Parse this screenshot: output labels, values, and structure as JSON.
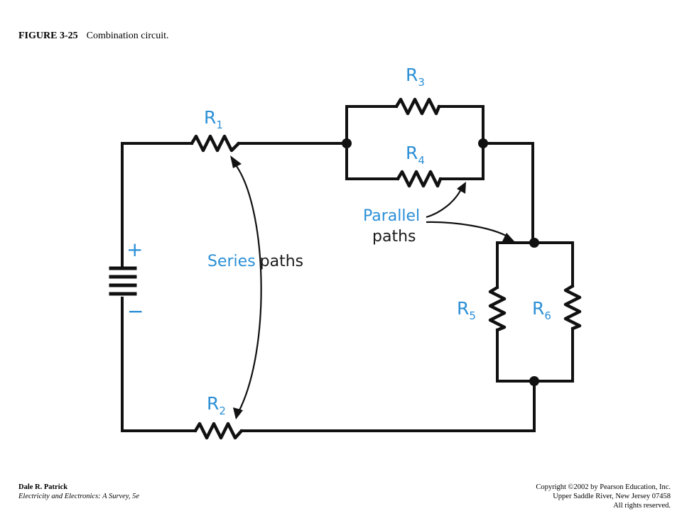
{
  "caption": {
    "number": "FIGURE 3-25",
    "title": "Combination circuit."
  },
  "circuit": {
    "resistors": [
      {
        "name": "R",
        "sub": "1"
      },
      {
        "name": "R",
        "sub": "2"
      },
      {
        "name": "R",
        "sub": "3"
      },
      {
        "name": "R",
        "sub": "4"
      },
      {
        "name": "R",
        "sub": "5"
      },
      {
        "name": "R",
        "sub": "6"
      }
    ],
    "battery": {
      "plus": "+",
      "minus": "−"
    },
    "labels": {
      "series_word": "Series",
      "series_paths": "paths",
      "parallel_word": "Parallel",
      "parallel_paths": "paths"
    },
    "colors": {
      "label": "#2b8fd6",
      "wire": "#111111"
    }
  },
  "footer": {
    "author": "Dale R. Patrick",
    "book": "Electricity and Electronics: A Survey, 5e",
    "copyright": "Copyright ©2002 by Pearson Education, Inc.",
    "publisher": "Upper Saddle River, New Jersey 07458",
    "rights": "All rights reserved."
  }
}
